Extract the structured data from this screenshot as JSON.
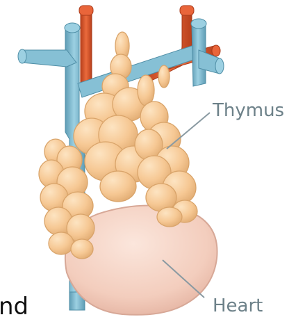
{
  "figure": {
    "labels": {
      "thymus": "Thymus",
      "heart": "Heart"
    },
    "cropped_text": "nd",
    "colors": {
      "label_text": "#6d8189",
      "leader_line": "#8a9aa2",
      "vein": "#7fb7cc",
      "vein_dark": "#4f8ea6",
      "artery": "#d8542a",
      "artery_dark": "#a83a1a",
      "thymus_fill": "#f6c894",
      "thymus_edge": "#d9a46a",
      "heart_fill": "#f6d3c4",
      "heart_edge": "#d7a897"
    }
  }
}
